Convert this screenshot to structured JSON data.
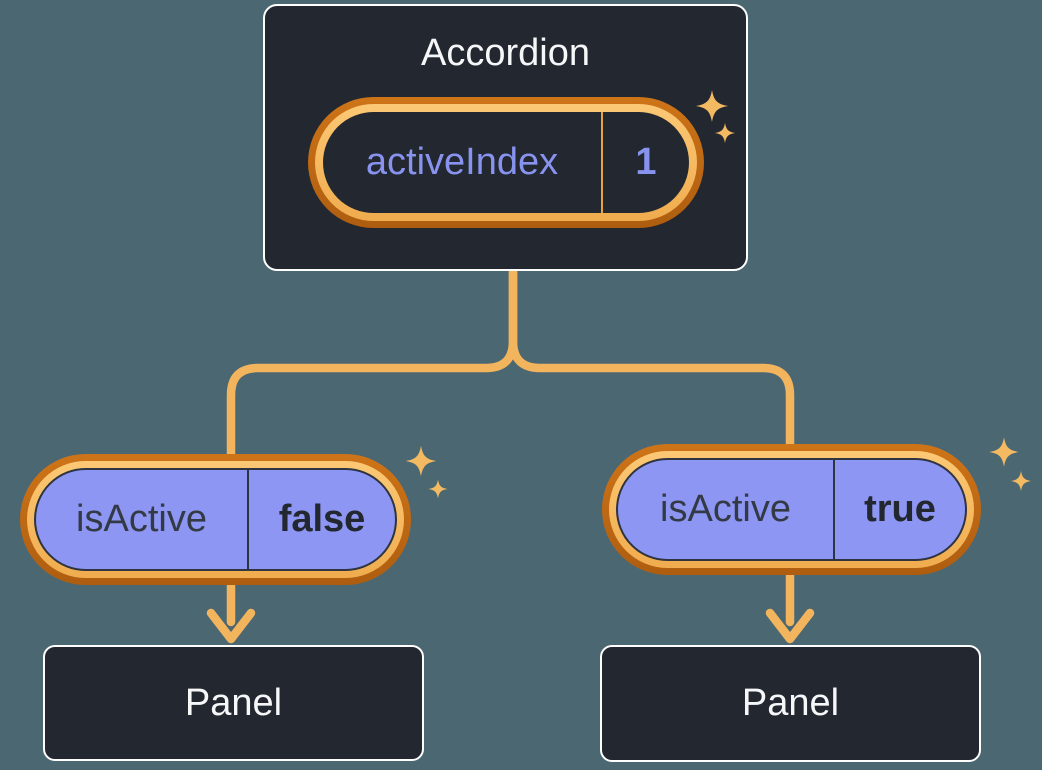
{
  "accordion": {
    "title": "Accordion",
    "state_pill": {
      "name": "activeIndex",
      "value": "1"
    }
  },
  "left_branch": {
    "prop_pill": {
      "name": "isActive",
      "value": "false"
    },
    "panel": {
      "title": "Panel"
    }
  },
  "right_branch": {
    "prop_pill": {
      "name": "isActive",
      "value": "true"
    },
    "panel": {
      "title": "Panel"
    }
  },
  "icons": {
    "sparkle": "four-point-star-sparkle"
  },
  "colors": {
    "bg": "#4B6772",
    "node_bg": "#23272F",
    "node_border": "#FFFFFF",
    "node_text": "#F6F7F9",
    "purple_fill": "#8D96F2",
    "purple_text": "#8893F0",
    "ink": "#333A45",
    "ink_strong": "#23272F",
    "pill_outline": "#2E3440",
    "orange_outer": "#CE7418",
    "orange_outer_2": "#AE5D10",
    "orange_inner": "#FCC875",
    "orange_inner_2": "#F0AC4E",
    "orange_divider": "#E9A23D",
    "orange_line": "#F2B45C",
    "sparkle": "#F3BA62"
  }
}
